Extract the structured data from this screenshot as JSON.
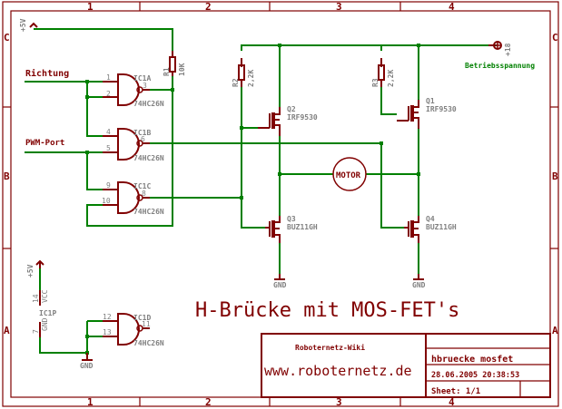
{
  "frame": {
    "columns": [
      "1",
      "2",
      "3",
      "4"
    ],
    "rows": [
      "C",
      "B",
      "A"
    ]
  },
  "colors": {
    "frame": "#800000",
    "wire": "#008000",
    "label": "#808080"
  },
  "title": "H-Brücke mit MOS-FET's",
  "nets": {
    "richtung": "Richtung",
    "pwm": "PWM-Port",
    "supply_label": "Betriebsspannung",
    "supply_value": "+18",
    "vcc_top": "+5V",
    "vcc_bottom": "+5V",
    "gnd": "GND"
  },
  "gates": [
    {
      "name": "IC1A",
      "type": "74HC26N",
      "in1": "1",
      "in2": "2",
      "out": "3"
    },
    {
      "name": "IC1B",
      "type": "74HC26N",
      "in1": "4",
      "in2": "5",
      "out": "6"
    },
    {
      "name": "IC1C",
      "type": "74HC26N",
      "in1": "9",
      "in2": "10",
      "out": "8"
    },
    {
      "name": "IC1D",
      "type": "74HC26N",
      "in1": "12",
      "in2": "13",
      "out": "11"
    }
  ],
  "power_ic": {
    "name": "IC1P",
    "vcc_pin": "14",
    "vcc_label": "VCC",
    "gnd_pin": "7",
    "gnd_label": "GND"
  },
  "resistors": [
    {
      "name": "R1",
      "value": "10K"
    },
    {
      "name": "R2",
      "value": "2,2K"
    },
    {
      "name": "R3",
      "value": "2,2K"
    }
  ],
  "transistors": [
    {
      "name": "Q2",
      "type": "IRF9530"
    },
    {
      "name": "Q1",
      "type": "IRF9530"
    },
    {
      "name": "Q3",
      "type": "BUZ11GH"
    },
    {
      "name": "Q4",
      "type": "BUZ11GH"
    }
  ],
  "motor": "MOTOR",
  "titleblock": {
    "org": "Roboternetz-Wiki",
    "url": "www.roboternetz.de",
    "filename": "hbruecke mosfet",
    "datetime": "28.06.2005 20:38:53",
    "sheet": "Sheet: 1/1"
  }
}
